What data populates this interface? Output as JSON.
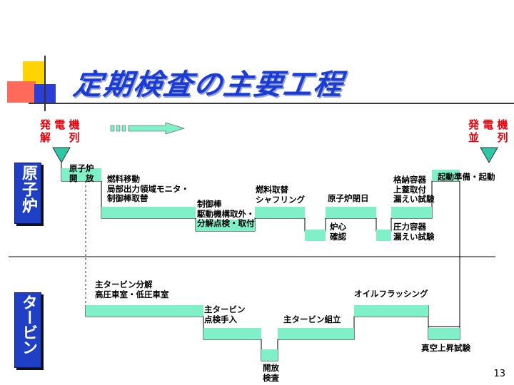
{
  "title": "定期検査の主要工程",
  "page_number": "13",
  "markers": {
    "left_top": "発 電 機",
    "left_bottom": "解 　 列",
    "right_top": "発 電 機",
    "right_bottom": "並 　 列"
  },
  "rows": {
    "reactor": "原子炉",
    "turbine": "タービン"
  },
  "reactor_labels": [
    [
      "原子炉",
      "開　放"
    ],
    [
      "燃料移動",
      "局部出力領域モニタ・",
      "制御棒取替"
    ],
    [
      "制御棒",
      "駆動機構取外・",
      "分解点検・取付"
    ],
    [
      "燃料取替",
      "シャフリング"
    ],
    [
      "炉心",
      "確認"
    ],
    [
      "原子炉閉日"
    ],
    [
      "格納容器",
      "上蓋取付",
      "漏えい試験"
    ],
    [
      "圧力容器",
      "漏えい試験"
    ],
    [
      "起動準備・起動"
    ]
  ],
  "turbine_labels": [
    [
      "主タービン分解",
      "高圧車室・低圧車室"
    ],
    [
      "主タービン",
      "点検手入"
    ],
    [
      "開放",
      "検査"
    ],
    [
      "主タービン組立"
    ],
    [
      "オイルフラッシング"
    ],
    [
      "真空上昇試験"
    ]
  ],
  "colors": {
    "bar": "#80f0c8",
    "title": "#1a3bd6",
    "marker_text": "#e8000a",
    "row_box": "#1f3fc4"
  }
}
